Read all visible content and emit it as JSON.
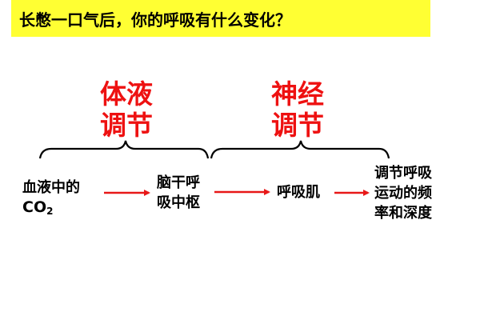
{
  "title": "长憋一口气后，你的呼吸有什么变化？",
  "groups": {
    "humoral": {
      "line1": "体液",
      "line2": "调节"
    },
    "neural": {
      "line1": "神经",
      "line2": "调节"
    }
  },
  "flow": {
    "blood": {
      "line1": "血液中的",
      "co2_main": "CO",
      "co2_sub": "2"
    },
    "brainstem": {
      "line1": "脑干呼",
      "line2": "吸中枢"
    },
    "muscle": {
      "label": "呼吸肌"
    },
    "result": {
      "line1": "调节呼吸",
      "line2": "运动的频",
      "line3": "率和深度"
    }
  },
  "colors": {
    "title_bg": "#ffff33",
    "group_label": "#ee1111",
    "arrow": "#e81818",
    "brace": "#000000"
  }
}
